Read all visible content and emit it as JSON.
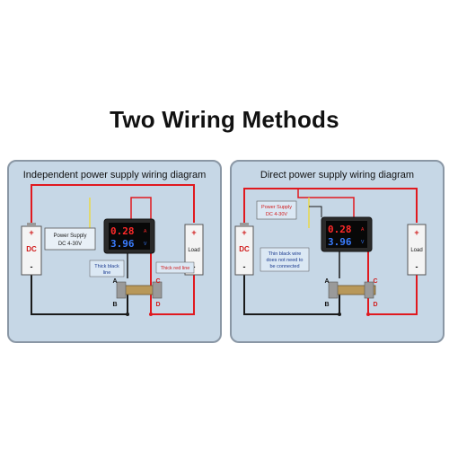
{
  "title": "Two Wiring Methods",
  "colors": {
    "background": "#c6d7e6",
    "red_wire": "#e0191f",
    "black_wire": "#1a1a1a",
    "yellow_wire": "#e8d84a",
    "display_red": "#ff2a2a",
    "display_blue": "#3a7dff",
    "label_box": "#dbe8f4",
    "label_text_blue": "#1a3a8f",
    "label_text_red": "#d01a1a"
  },
  "diagrams": {
    "independent": {
      "heading": "Independent power supply wiring diagram",
      "battery": {
        "plus": "+",
        "name": "DC",
        "minus": "-"
      },
      "load": {
        "plus": "+",
        "name": "Load",
        "minus": "-"
      },
      "power_supply": [
        "Power Supply",
        "DC 4-30V"
      ],
      "meter": {
        "top": "0.28",
        "top_unit": "A",
        "bottom": "3.96",
        "bottom_unit": "V"
      },
      "note_black": [
        "Thick black",
        "line"
      ],
      "note_red": "Thick red line",
      "terminals": {
        "a": "A",
        "b": "B",
        "c": "C",
        "d": "D"
      }
    },
    "direct": {
      "heading": "Direct power supply wiring diagram",
      "battery": {
        "plus": "+",
        "name": "DC",
        "minus": "-"
      },
      "load": {
        "plus": "+",
        "name": "Load",
        "minus": "-"
      },
      "power_supply": [
        "Power Supply",
        "DC 4-30V"
      ],
      "meter": {
        "top": "0.28",
        "top_unit": "A",
        "bottom": "3.96",
        "bottom_unit": "V"
      },
      "note_black": [
        "Thin black wire",
        "does not need to",
        "be connected"
      ],
      "terminals": {
        "a": "A",
        "b": "B",
        "c": "C",
        "d": "D"
      }
    }
  }
}
